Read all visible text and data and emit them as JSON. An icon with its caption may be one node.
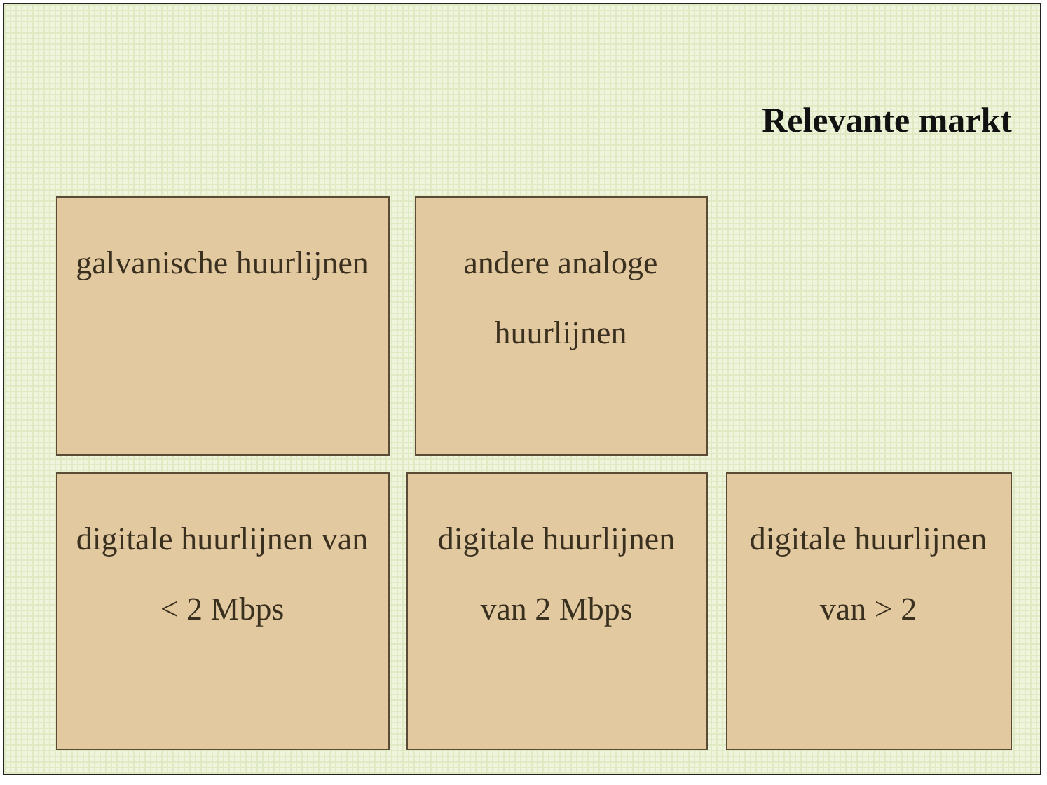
{
  "diagram": {
    "nodes": [
      {
        "text": [
          "Relevante markt"
        ]
      },
      {
        "text": [
          "galvanische huurlijnen"
        ],
        "in": 0
      },
      {
        "text": [
          "andere analoge huurlijnen"
        ],
        "in": 0
      },
      {
        "text": [
          "digitale huurlijnen van < 2 Mbps"
        ],
        "in": 0
      },
      {
        "text": [
          "digitale huurlijnen van 2 Mbps"
        ],
        "in": 0
      },
      {
        "text": [
          "digitale huurlijnen van > 2"
        ],
        "in": 0
      }
    ]
  }
}
